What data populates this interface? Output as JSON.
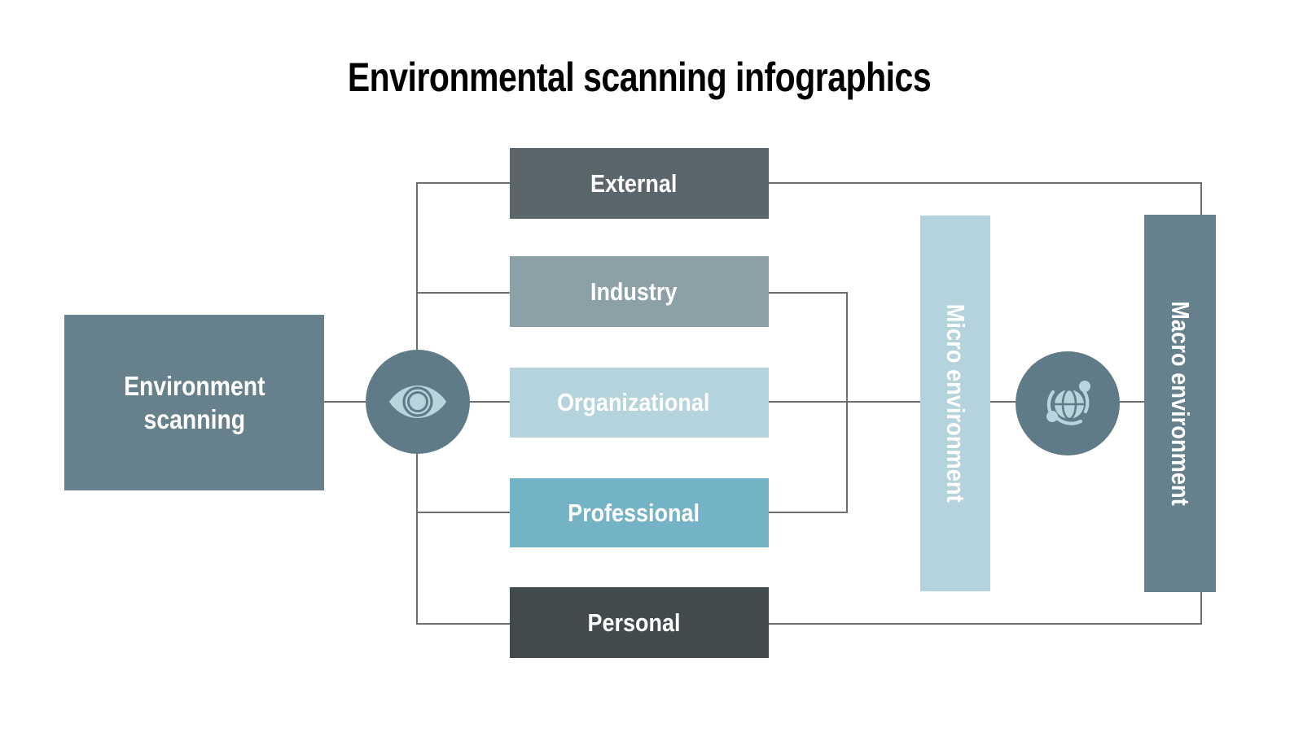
{
  "title": "Environmental scanning infographics",
  "source": {
    "label": "Environment\nscanning",
    "line1": "Environment",
    "line2": "scanning",
    "color": "#66808c"
  },
  "icons": {
    "eye": {
      "name": "eye-icon",
      "circle_color": "#5f7b88",
      "glyph_color": "#b8d4dc"
    },
    "globe": {
      "name": "globe-network-icon",
      "circle_color": "#5f7b88",
      "glyph_color": "#b8d4dc"
    }
  },
  "categories": [
    {
      "label": "External",
      "color": "#5b666c",
      "group": "macro"
    },
    {
      "label": "Industry",
      "color": "#8ca0a8",
      "group": "micro"
    },
    {
      "label": "Organizational",
      "color": "#b5d3dc",
      "group": "micro"
    },
    {
      "label": "Professional",
      "color": "#74b3c6",
      "group": "micro"
    },
    {
      "label": "Personal",
      "color": "#414a4c",
      "group": "macro"
    }
  ],
  "environments": [
    {
      "label": "Micro environment",
      "color": "#b5d3dc"
    },
    {
      "label": "Macro environment",
      "color": "#66808c"
    }
  ],
  "connector_color": "#6b6f73"
}
